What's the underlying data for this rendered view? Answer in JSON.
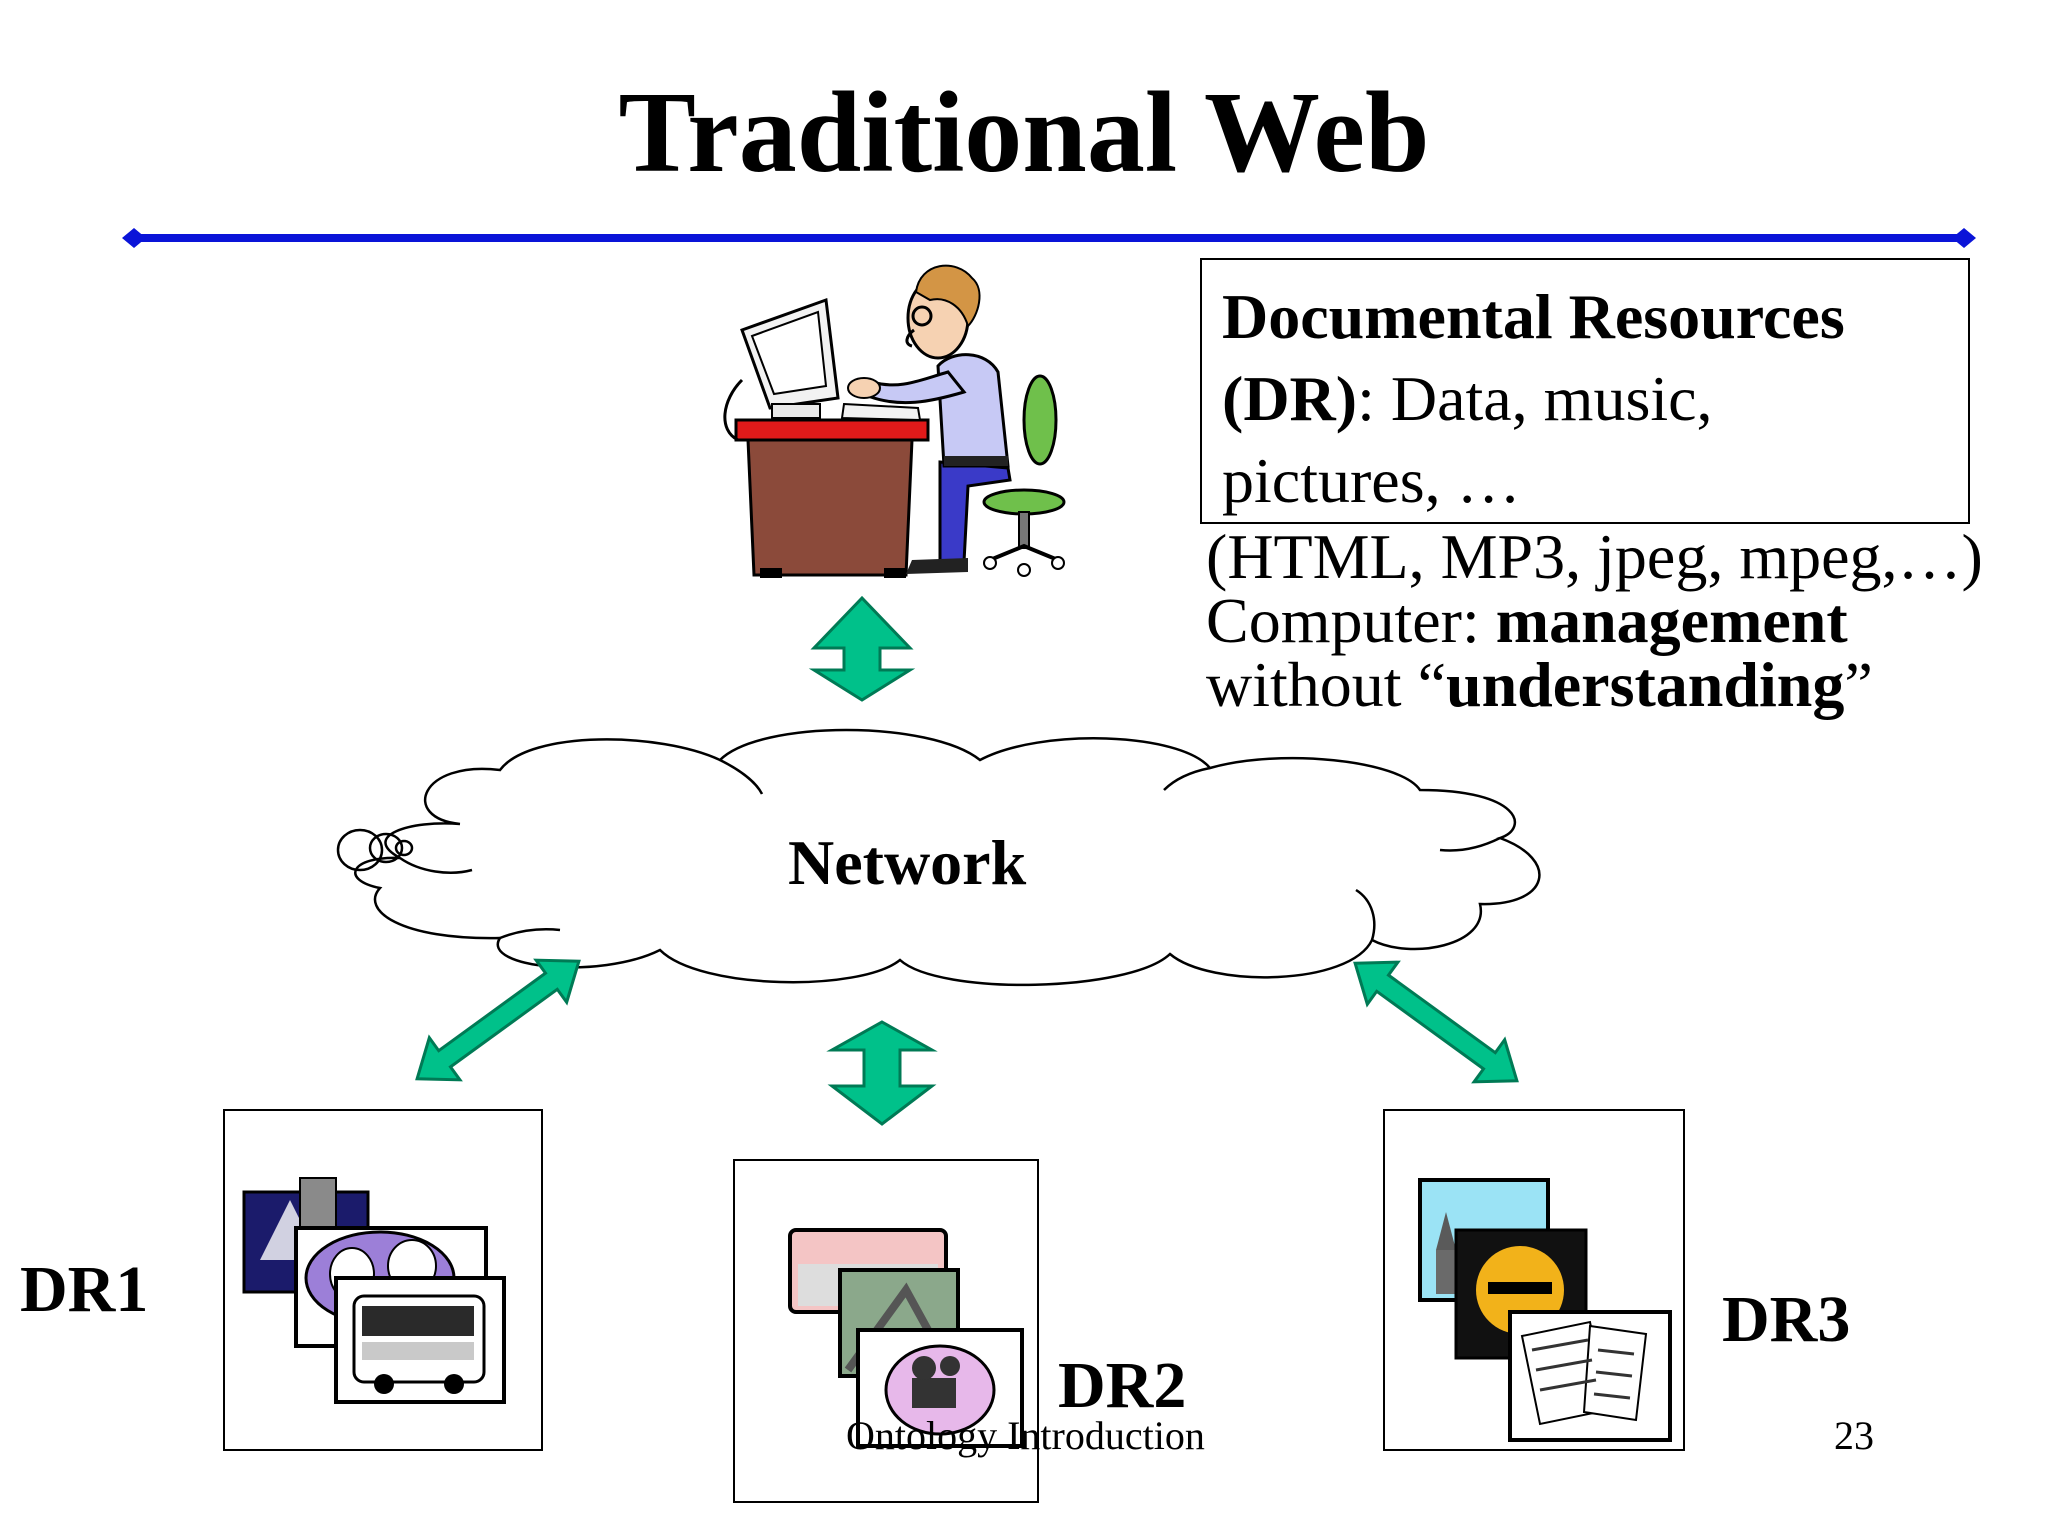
{
  "slide": {
    "title": "Traditional Web",
    "info_box": {
      "line1_bold": "Documental Resources",
      "line2_bold": "(DR)",
      "line2_rest": ": Data, music,",
      "line3": "pictures, …"
    },
    "info_extra": {
      "line1": "(HTML, MP3, jpeg, mpeg,…)",
      "line2_prefix": "Computer: ",
      "line2_bold": "management",
      "line3_prefix": "without “",
      "line3_bold": "understanding",
      "line3_suffix": "”"
    },
    "network_label": "Network",
    "dr_labels": {
      "dr1": "DR1",
      "dr2": "DR2",
      "dr3": "DR3"
    },
    "footer": {
      "text": "Ontology Introduction",
      "page_number": "23"
    }
  },
  "colors": {
    "rule": "#0a14d8",
    "arrow": "#00c18a",
    "desk": "#8b4a3a",
    "desk_top": "#e01a1a",
    "chair": "#6fc04b",
    "shirt": "#c7c9f5",
    "pants": "#3a3ac8"
  },
  "icons": [
    "user-at-computer-icon",
    "network-cloud-icon",
    "theater-bus-clipart-icon",
    "landscape-camera-clipart-icon",
    "church-sun-music-clipart-icon"
  ]
}
